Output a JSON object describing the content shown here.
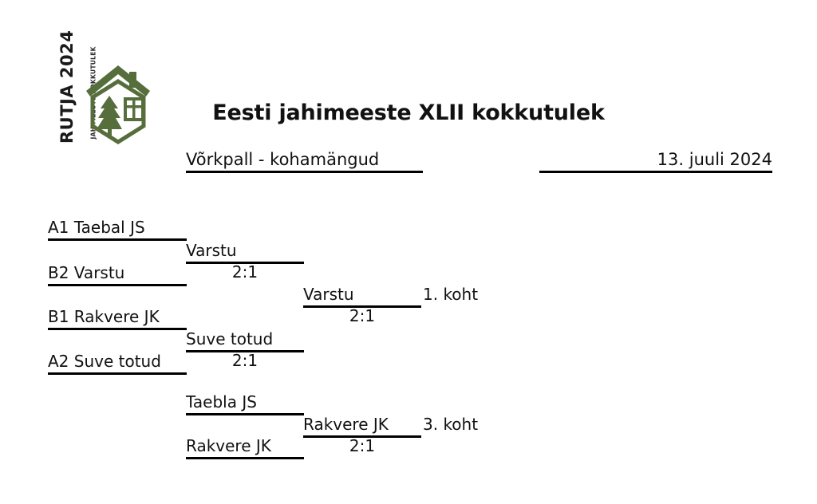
{
  "logo": {
    "main_text": "RUTJA 2024",
    "sub_text": "JAHIMEESTE KOKKUTULEK",
    "mark_name": "house-with-pine-tree-logo",
    "color": "#566e3c"
  },
  "header": {
    "title": "Eesti jahimeeste XLII kokkutulek",
    "subtitle": "Võrkpall - kohamängud",
    "date": "13. juuli 2024"
  },
  "bracket": {
    "round1": [
      {
        "team": "A1 Taebal JS",
        "score": ""
      },
      {
        "team": "B2 Varstu",
        "score": ""
      },
      {
        "team": "B1 Rakvere JK",
        "score": ""
      },
      {
        "team": "A2 Suve totud",
        "score": ""
      }
    ],
    "semifinals": [
      {
        "team": "Varstu",
        "score": "2:1"
      },
      {
        "team": "Suve totud",
        "score": "2:1"
      }
    ],
    "final": {
      "team": "Varstu",
      "score": "2:1",
      "place": "1. koht"
    },
    "third_place_pair": [
      {
        "team": "Taebla JS",
        "score": ""
      },
      {
        "team": "Rakvere JK",
        "score": ""
      }
    ],
    "third_place": {
      "team": "Rakvere JK",
      "score": "2:1",
      "place": "3. koht"
    }
  }
}
